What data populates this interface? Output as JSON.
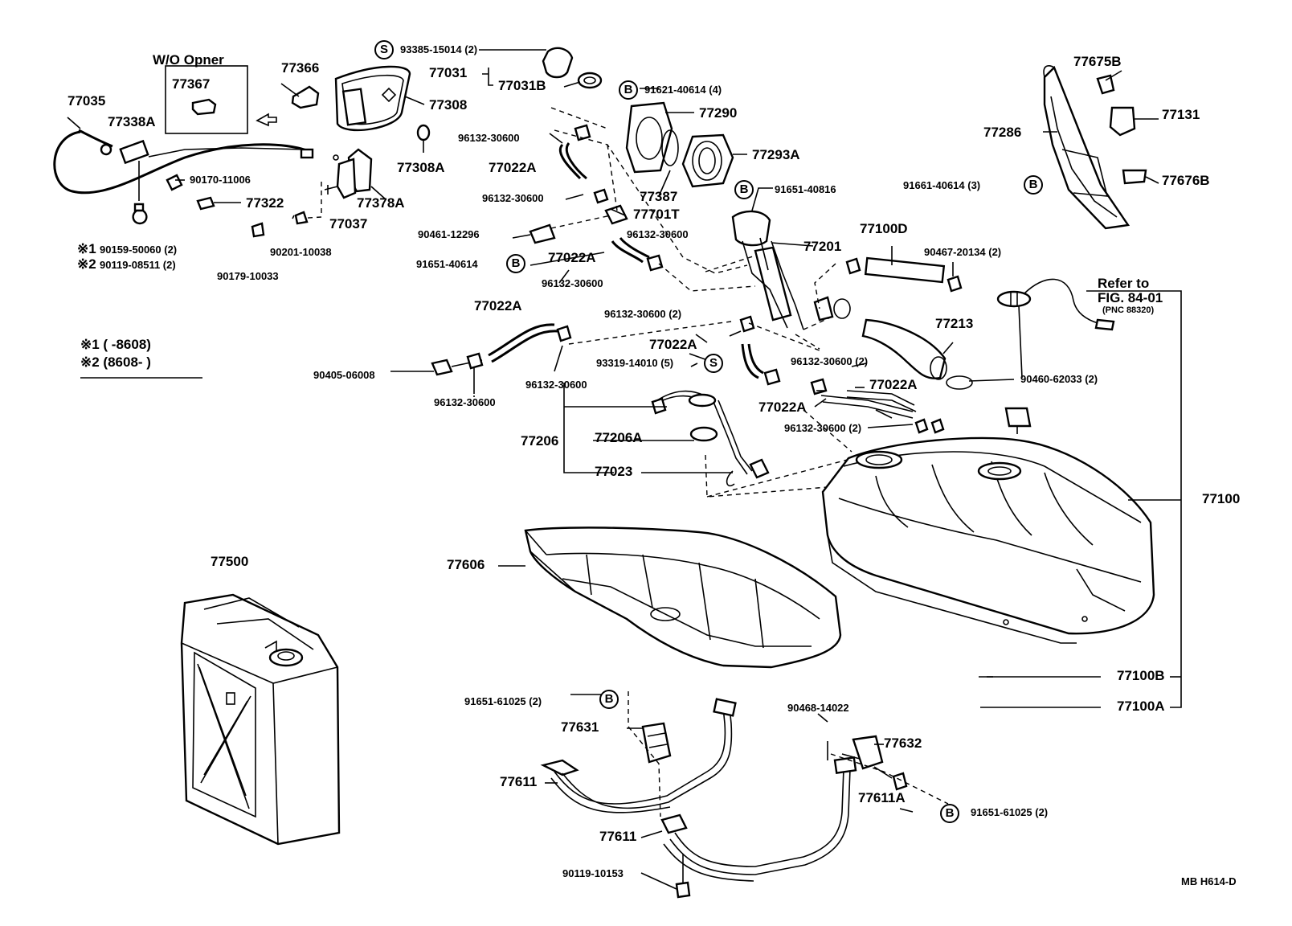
{
  "labels": {
    "wo_opener": "W/O Opner",
    "p77035": "77035",
    "p77367": "77367",
    "p77338A": "77338A",
    "p77366": "77366",
    "p77308": "77308",
    "p77308A": "77308A",
    "p90170_11006": "90170-11006",
    "p77322": "77322",
    "p77378A": "77378A",
    "p77037": "77037",
    "p90201_10038": "90201-10038",
    "p90179_10033": "90179-10033",
    "note1_mark": "※1",
    "note1_part": "90159-50060 (2)",
    "note2_mark": "※2",
    "note2_part": "90119-08511 (2)",
    "legend1": "※1 (       -8608)",
    "legend2": "※2 (8608-         )",
    "p93385_15014": "93385-15014 (2)",
    "p77031": "77031",
    "p77031B": "77031B",
    "p91621_40614": "91621-40614 (4)",
    "p77290": "77290",
    "p96132_a": "96132-30600",
    "p77022A_a": "77022A",
    "p96132_b": "96132-30600",
    "p77387": "77387",
    "p77293A": "77293A",
    "p91651_40816": "91651-40816",
    "p77701T": "77701T",
    "p96132_c": "96132-30600",
    "p90461_12296": "90461-12296",
    "p77022A_b": "77022A",
    "p91651_40614": "91651-40614",
    "p96132_d": "96132-30600",
    "p77201": "77201",
    "p77100D": "77100D",
    "p90467_20134": "90467-20134 (2)",
    "p77675B": "77675B",
    "p77131": "77131",
    "p77286": "77286",
    "p91661_40614": "91661-40614 (3)",
    "p77676B": "77676B",
    "refer_to": "Refer to",
    "fig_ref": "FIG. 84-01",
    "pnc_ref": "(PNC 88320)",
    "p77022A_c": "77022A",
    "p96132_e": "96132-30600 (2)",
    "p77022A_d": "77022A",
    "p93319_14010": "93319-14010 (5)",
    "p77213": "77213",
    "p96132_f": "96132-30600 (2)",
    "p90405_06008": "90405-06008",
    "p96132_g": "96132-30600",
    "p96132_h": "96132-30600",
    "p77022A_e": "77022A",
    "p90460_62033": "90460-62033 (2)",
    "p77022A_f": "77022A",
    "p96132_i": "96132-30600 (2)",
    "p77206": "77206",
    "p77206A": "77206A",
    "p77023": "77023",
    "p77100": "77100",
    "p77500": "77500",
    "p77606": "77606",
    "p77100B": "77100B",
    "p77100A": "77100A",
    "p91651_61025_a": "91651-61025 (2)",
    "p90468_14022": "90468-14022",
    "p77631": "77631",
    "p77632": "77632",
    "p77611_a": "77611",
    "p77611A": "77611A",
    "p91651_61025_b": "91651-61025 (2)",
    "p77611_b": "77611",
    "p90119_10153": "90119-10153",
    "code": "MB  H614-D"
  },
  "markers": {
    "s": "S",
    "b": "B"
  }
}
